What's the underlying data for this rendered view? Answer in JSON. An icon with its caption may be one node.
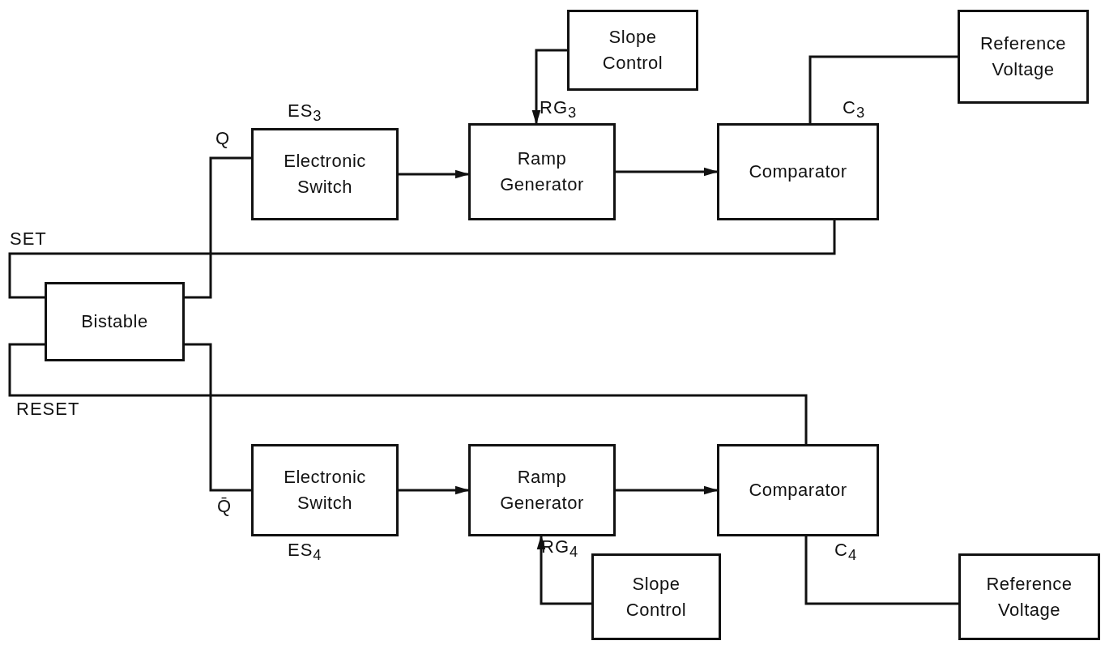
{
  "diagram": {
    "nodes": [
      {
        "text": [
          "Slope Control"
        ]
      },
      {
        "text": [
          "Reference Voltage"
        ]
      },
      {
        "text": [
          "Electronic Switch"
        ],
        "beside": [
          "ES$_{3}$"
        ]
      },
      {
        "text": [
          "Ramp Generator"
        ],
        "beside": [
          "RG$_{3}$"
        ]
      },
      {
        "text": [
          "Comparator"
        ],
        "beside": [
          "C$_{3}$"
        ]
      },
      {
        "text": [
          "Bistable"
        ]
      },
      {
        "text": [
          "Electronic Switch"
        ],
        "beside": [
          "ES$_{4}$"
        ]
      },
      {
        "text": [
          "Ramp Generator"
        ],
        "beside": [
          "RG$_{4}$"
        ]
      },
      {
        "text": [
          "Comparator"
        ],
        "beside": [
          "C$_{4}$"
        ]
      },
      {
        "text": [
          "Slope Control"
        ]
      },
      {
        "text": [
          "Reference Voltage"
        ]
      }
    ],
    "edges": [
      {
        "from": 5,
        "to": 2,
        "arrow": "none",
        "label": "Q"
      },
      {
        "from": 5,
        "to": 6,
        "arrow": "none",
        "label": "Q̄"
      },
      {
        "from": 2,
        "to": 3,
        "arrow": "to"
      },
      {
        "from": 3,
        "to": 4,
        "arrow": "to"
      },
      {
        "from": 0,
        "to": 3,
        "arrow": "to"
      },
      {
        "from": 1,
        "to": 4,
        "arrow": "none"
      },
      {
        "from": 4,
        "to": 5,
        "arrow": "none",
        "label": "SET"
      },
      {
        "from": 8,
        "to": 5,
        "arrow": "none",
        "label": "RESET"
      },
      {
        "from": 6,
        "to": 7,
        "arrow": "to"
      },
      {
        "from": 7,
        "to": 8,
        "arrow": "to"
      },
      {
        "from": 9,
        "to": 7,
        "arrow": "to"
      },
      {
        "from": 8,
        "to": 10,
        "arrow": "none"
      }
    ]
  }
}
